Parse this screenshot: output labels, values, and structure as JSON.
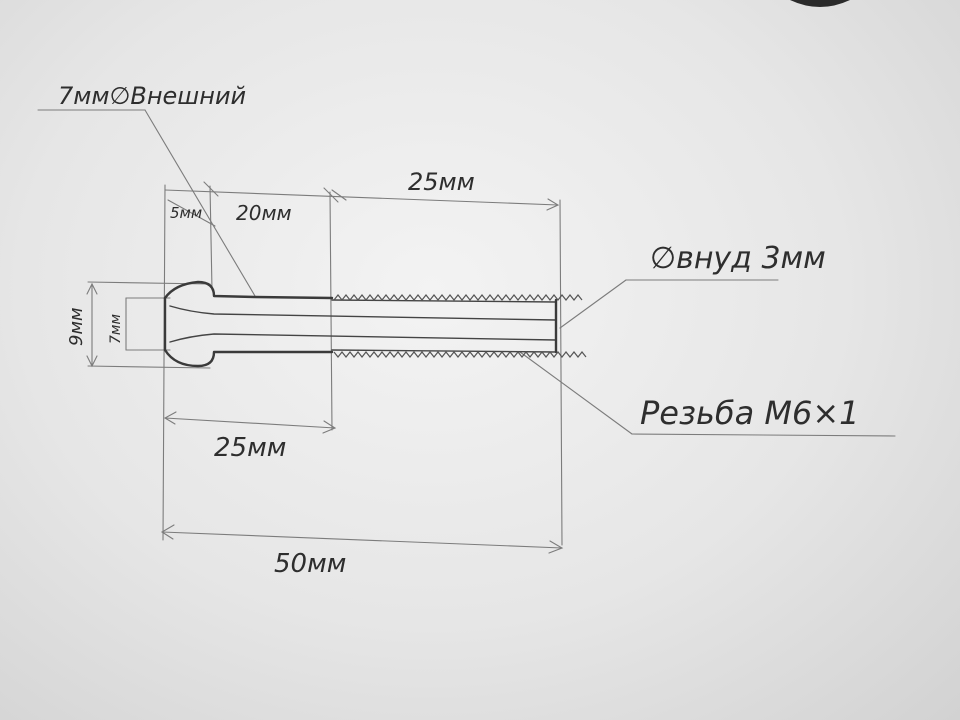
{
  "sheet": {
    "paper_color": "#ececec",
    "ink_color": "#3a3a3a",
    "pencil_color": "#7c7c7c"
  },
  "labels": {
    "outer_diameter": "7мм∅Внешний",
    "inner_diameter": "∅внуд 3мм",
    "thread": "Резьба М6×1",
    "dim_head_width": "5мм",
    "dim_neck_length": "20мм",
    "dim_thread_length": "25мм",
    "dim_left_length": "25мм",
    "dim_total_length": "50мм",
    "dim_head_height": "9мм",
    "dim_head_inner": "7мм"
  }
}
